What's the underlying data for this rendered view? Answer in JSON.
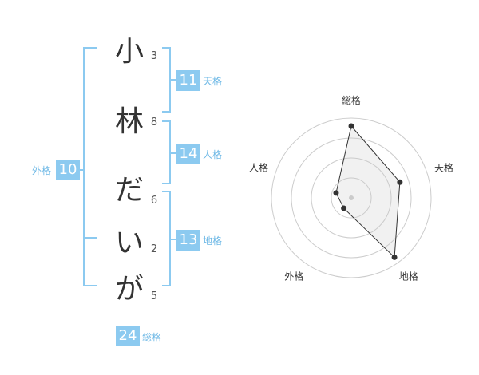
{
  "name": {
    "chars": [
      {
        "char": "小",
        "strokes": "3"
      },
      {
        "char": "林",
        "strokes": "8"
      },
      {
        "char": "だ",
        "strokes": "6"
      },
      {
        "char": "い",
        "strokes": "2"
      },
      {
        "char": "が",
        "strokes": "5"
      }
    ]
  },
  "kaku": {
    "tenkaku": {
      "value": "11",
      "label": "天格"
    },
    "jinkaku": {
      "value": "14",
      "label": "人格"
    },
    "chikaku": {
      "value": "13",
      "label": "地格"
    },
    "gaikaku": {
      "value": "10",
      "label": "外格"
    },
    "soukaku": {
      "value": "24",
      "label": "総格"
    }
  },
  "colors": {
    "accent": "#8ccaf0",
    "bracket": "#8ccaf0"
  },
  "chart_data": {
    "type": "radar",
    "axes": [
      "総格",
      "天格",
      "地格",
      "外格",
      "人格"
    ],
    "values": [
      4.5,
      3.2,
      4.6,
      0.8,
      1.0
    ],
    "range": [
      0,
      5
    ],
    "rings": 4
  }
}
